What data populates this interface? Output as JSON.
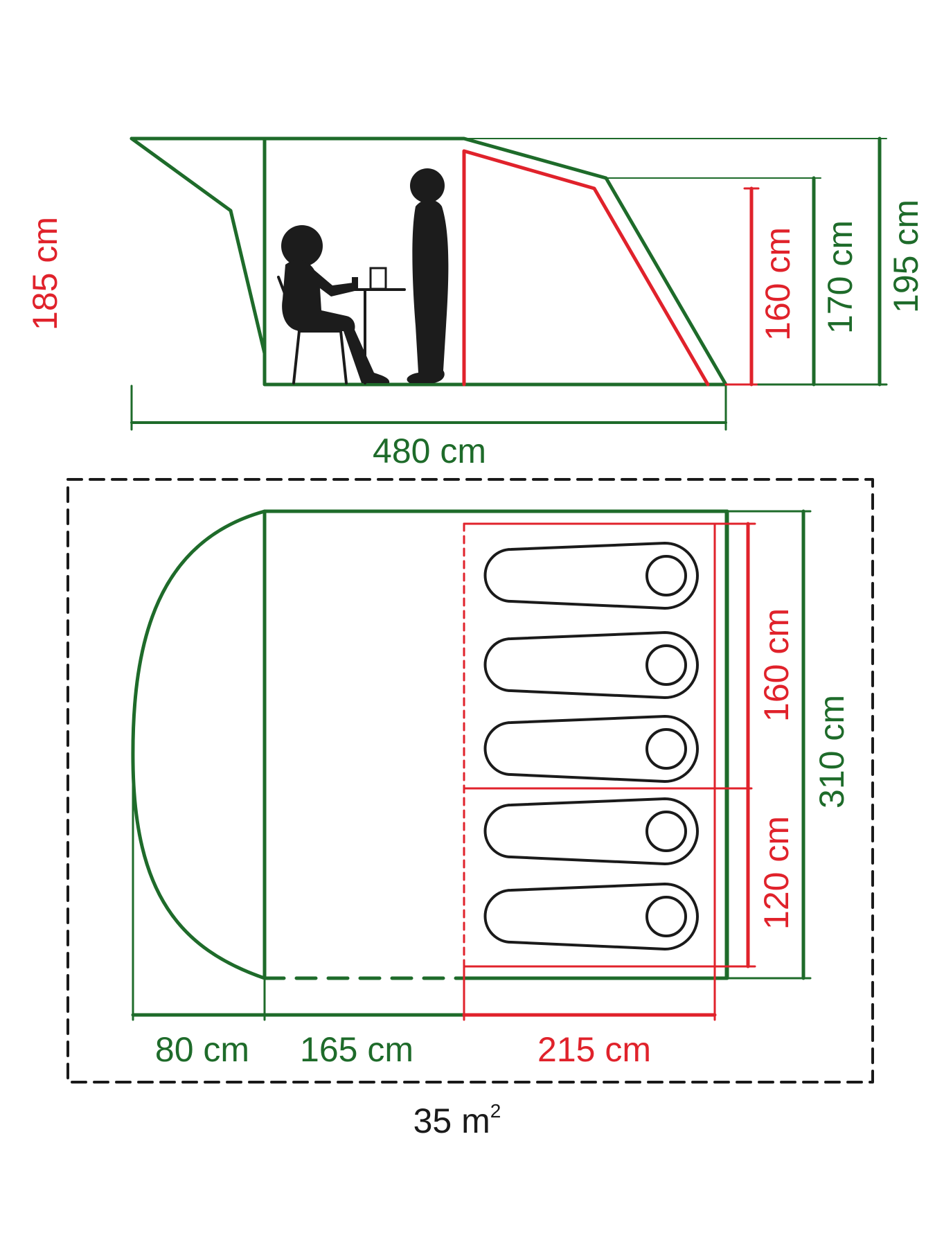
{
  "colors": {
    "green": "#1e6b2a",
    "red": "#e0222b",
    "black": "#1a1a1a",
    "silhouette": "#1c1c1c"
  },
  "side_view": {
    "labels": {
      "height_peak": "185 cm",
      "height_bedroom_inner": "160 cm",
      "height_bedroom_outer": "170 cm",
      "height_total": "195 cm",
      "length_total": "480 cm"
    }
  },
  "floor_plan": {
    "labels": {
      "height_bedroom_1": "160 cm",
      "height_bedroom_2": "120 cm",
      "width_total": "310 cm",
      "length_porch": "80 cm",
      "length_living": "165 cm",
      "length_bedroom": "215 cm"
    },
    "sleeping_bags": 5,
    "area": {
      "value": "35 m",
      "superscript": "2"
    }
  }
}
